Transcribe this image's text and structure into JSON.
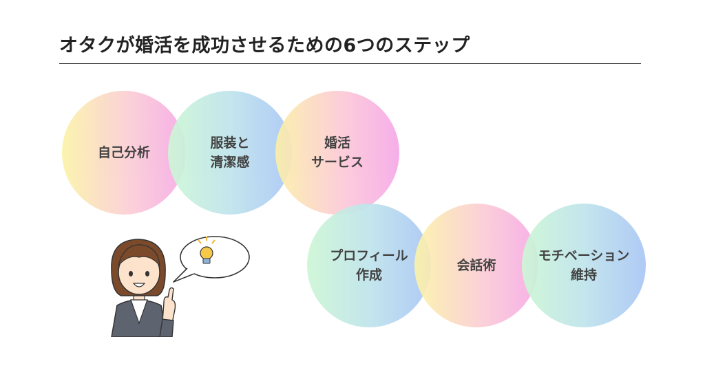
{
  "title": "オタクが婚活を成功させるための6つのステップ",
  "steps": [
    {
      "label": "自己分析"
    },
    {
      "label": "服装と\n清潔感"
    },
    {
      "label": "婚活\nサービス"
    },
    {
      "label": "プロフィール\n作成"
    },
    {
      "label": "会話術"
    },
    {
      "label": "モチベーション\n維持"
    }
  ],
  "colors": {
    "title_text": "#222222",
    "rule": "#333333",
    "warm_start": "#fbf3a8",
    "warm_end": "#f6a9e6",
    "cool_start": "#cdf7d5",
    "cool_end": "#a9c6f5"
  },
  "icons": [
    "lightbulb-icon",
    "speech-bubble-icon"
  ]
}
